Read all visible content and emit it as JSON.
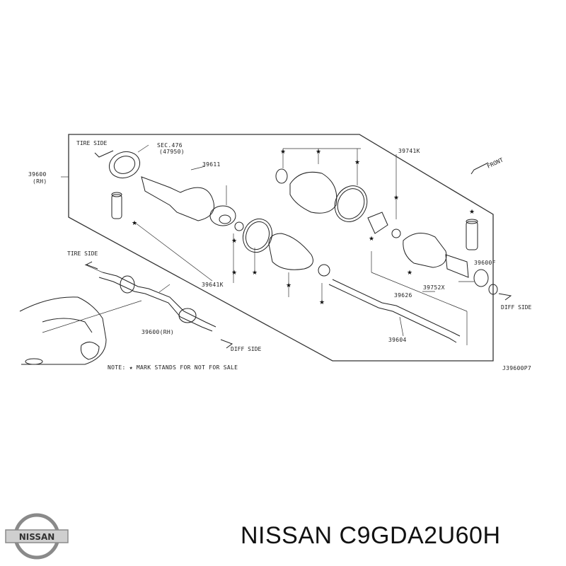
{
  "labels": {
    "tire_side_top": "TIRE SIDE",
    "sec_476": "SEC.476",
    "sec_476_ref": "(47950)",
    "p39600_rh": "39600",
    "p39600_rh_sub": "(RH)",
    "p39611": "39611",
    "p39741k": "39741K",
    "front": "FRONT",
    "tire_side_left": "TIRE SIDE",
    "p39641k": "39641K",
    "p39600_rh2": "39600(RH)",
    "diff_side_left": "DIFF SIDE",
    "p39600f": "39600F",
    "p39752x": "39752X",
    "p39626": "39626",
    "p39604": "39604",
    "diff_side_right": "DIFF SIDE",
    "note": "NOTE: ★ MARK STANDS FOR NOT FOR SALE",
    "diagram_code": "J39600P7",
    "star": "★"
  },
  "footer": {
    "brand_logo_text": "NISSAN",
    "part_title": "NISSAN C9GDA2U60H"
  }
}
